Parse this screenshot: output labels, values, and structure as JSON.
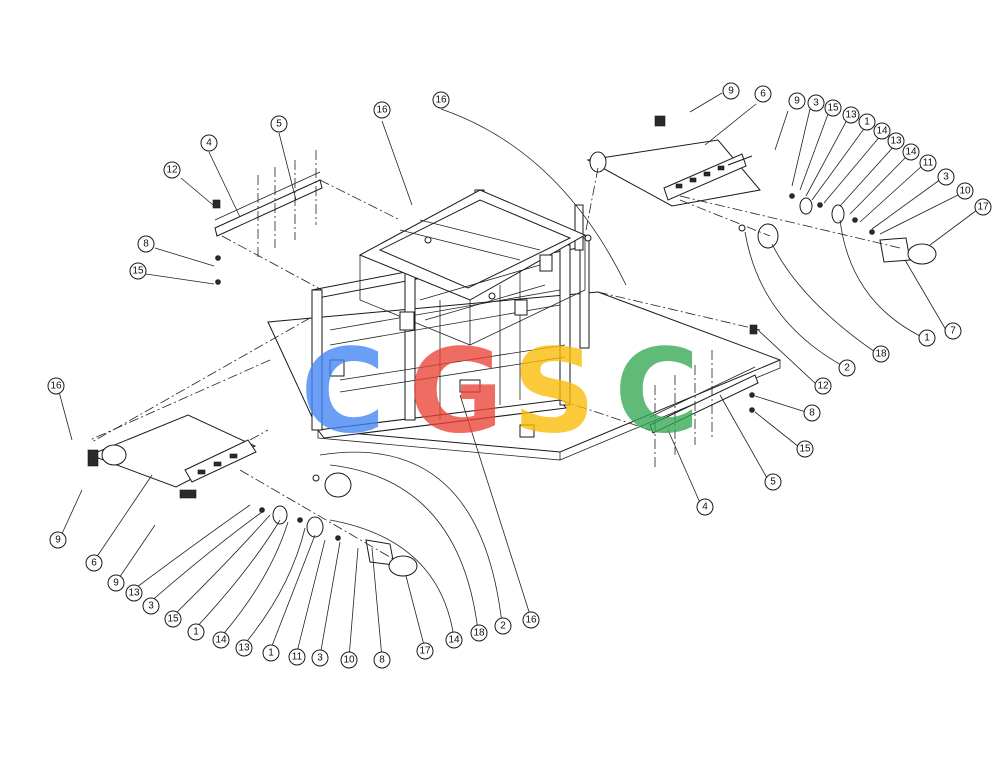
{
  "diagram": {
    "callout_labels": [
      "16",
      "16",
      "4",
      "5",
      "12",
      "8",
      "15",
      "9",
      "6",
      "9",
      "3",
      "15",
      "13",
      "1",
      "14",
      "13",
      "14",
      "11",
      "3",
      "10",
      "17",
      "1",
      "7",
      "18",
      "2",
      "12",
      "8",
      "15",
      "5",
      "4",
      "16",
      "9",
      "6",
      "9",
      "13",
      "3",
      "15",
      "1",
      "14",
      "13",
      "1",
      "11",
      "3",
      "10",
      "8",
      "17",
      "14",
      "18",
      "2",
      "16"
    ]
  },
  "watermark": {
    "letters": [
      "C",
      "G",
      "S",
      "C"
    ],
    "colors": [
      "#4285F4",
      "#EA4335",
      "#FBBC05",
      "#34A853"
    ]
  }
}
